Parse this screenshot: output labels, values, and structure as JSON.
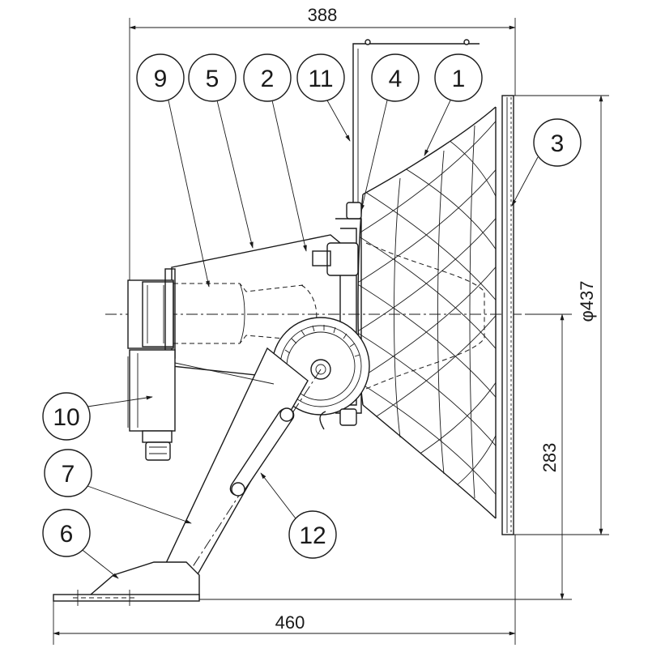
{
  "dimensions": {
    "top_width": "388",
    "bottom_width": "460",
    "diameter": "φ437",
    "height": "283"
  },
  "part_labels": [
    "9",
    "5",
    "2",
    "11",
    "4",
    "1",
    "3",
    "10",
    "7",
    "6",
    "12"
  ]
}
